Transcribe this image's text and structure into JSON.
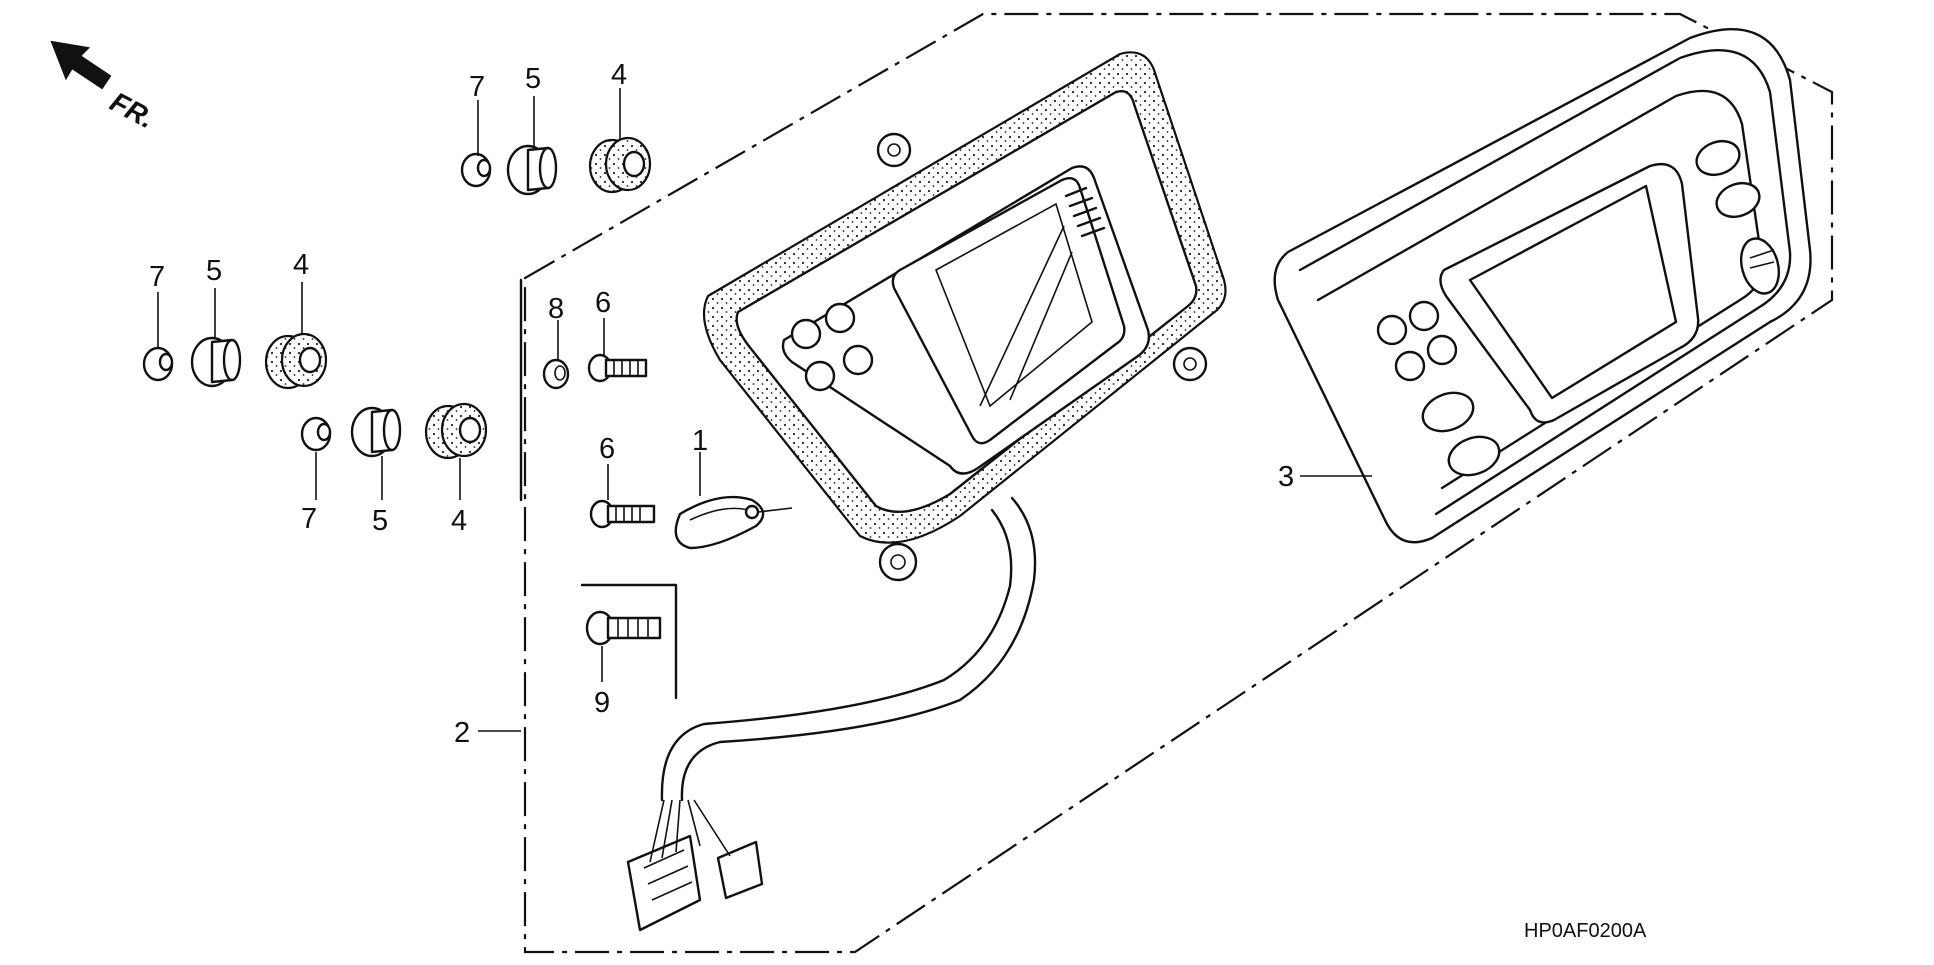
{
  "orientation": {
    "label": "FR."
  },
  "diagram_code": "HP0AF0200A",
  "callouts": {
    "c1": "1",
    "c2": "2",
    "c3": "3",
    "c4a": "4",
    "c4b": "4",
    "c4c": "4",
    "c5a": "5",
    "c5b": "5",
    "c5c": "5",
    "c6a": "6",
    "c6b": "6",
    "c7a": "7",
    "c7b": "7",
    "c7c": "7",
    "c8": "8",
    "c9": "9"
  },
  "icons": [
    "front-direction-arrow-icon"
  ]
}
